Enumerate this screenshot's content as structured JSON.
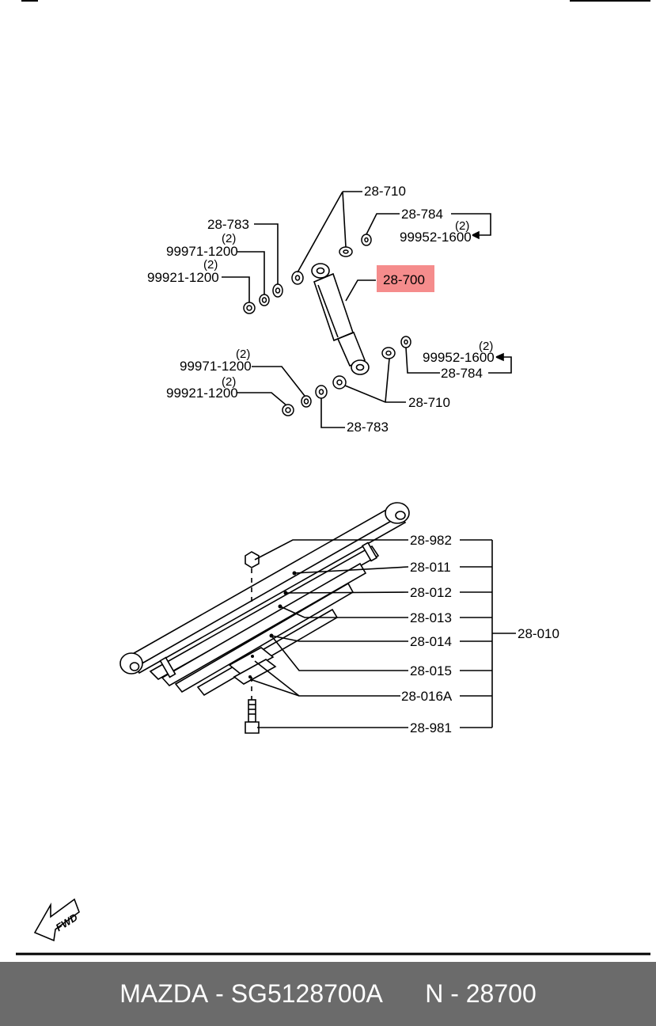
{
  "callouts": {
    "l_28710_top": "28-710",
    "l_28783_top": "28-783",
    "l_99971_top": "99971-1200",
    "l_99921_top": "99921-1200",
    "l_28784_top": "28-784",
    "l_99952_top": "99952-1600",
    "l_28700": "28-700",
    "l_99952_bot": "99952-1600",
    "l_28784_bot": "28-784",
    "l_99971_bot": "99971-1200",
    "l_99921_bot": "99921-1200",
    "l_28710_bot": "28-710",
    "l_28783_bot": "28-783",
    "l_28982": "28-982",
    "l_28011": "28-011",
    "l_28012": "28-012",
    "l_28013": "28-013",
    "l_28014": "28-014",
    "l_28015": "28-015",
    "l_28016A": "28-016A",
    "l_28981": "28-981",
    "l_28010": "28-010"
  },
  "quantities": {
    "q_99971_top": "(2)",
    "q_99921_top": "(2)",
    "q_99952_top": "(2)",
    "q_99952_bot": "(2)",
    "q_99971_bot": "(2)",
    "q_99921_bot": "(2)"
  },
  "highlight": {
    "part": "28-700",
    "color": "#f58c8c"
  },
  "fwd_marker": "FWD",
  "footer": {
    "brand": "MAZDA",
    "part_code": "SG5128700A",
    "prefix": "N",
    "part_number": "28700"
  }
}
